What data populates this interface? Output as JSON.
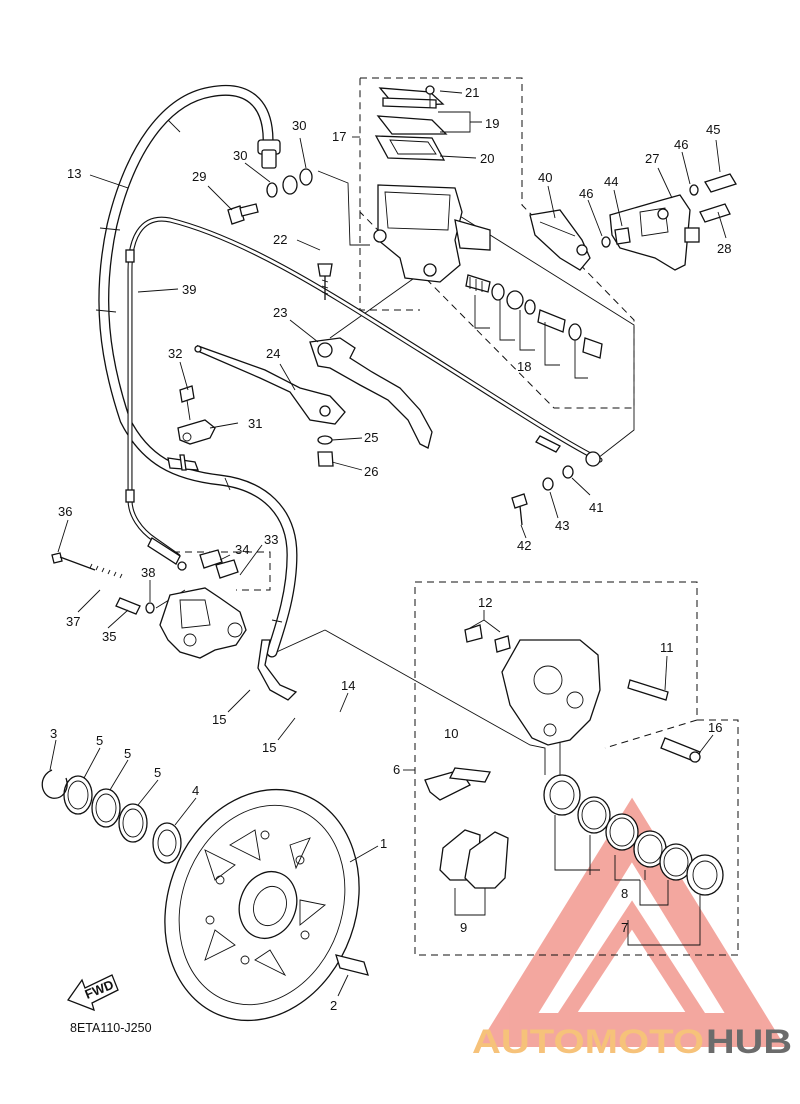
{
  "diagram": {
    "code": "8ETA110-J250",
    "fwd_label": "FWD",
    "callouts": [
      "1",
      "2",
      "3",
      "4",
      "5",
      "5",
      "5",
      "6",
      "7",
      "8",
      "9",
      "10",
      "11",
      "12",
      "13",
      "14",
      "15",
      "15",
      "16",
      "17",
      "18",
      "19",
      "20",
      "21",
      "22",
      "23",
      "24",
      "25",
      "26",
      "27",
      "28",
      "29",
      "30",
      "30",
      "31",
      "32",
      "33",
      "34",
      "35",
      "36",
      "37",
      "38",
      "39",
      "40",
      "41",
      "42",
      "43",
      "44",
      "45",
      "46",
      "46"
    ]
  },
  "watermark": {
    "part1": "AUTOMOTO",
    "part2": "HUB",
    "color_primary": "#f08a80",
    "color_secondary": "#f6c27a",
    "color_dark": "#6b6b6b"
  },
  "style": {
    "line_color": "#111111",
    "background": "#ffffff"
  }
}
